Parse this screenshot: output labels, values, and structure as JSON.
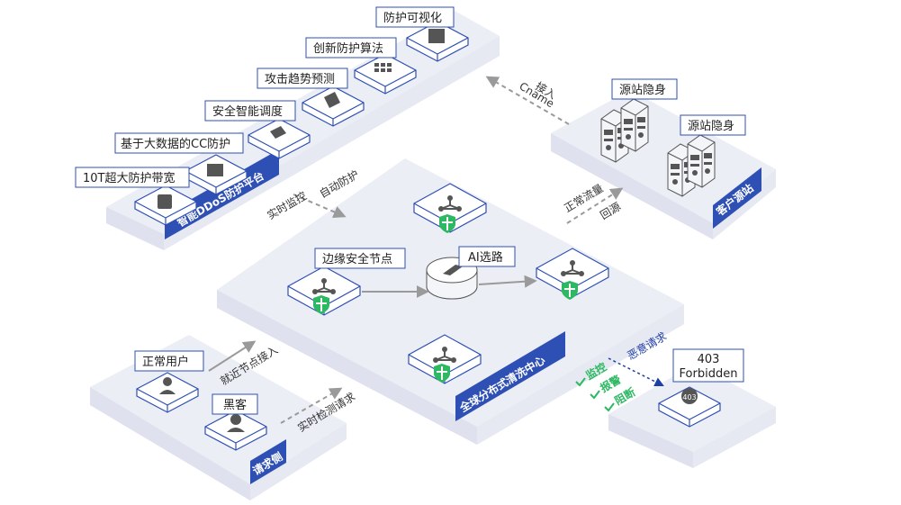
{
  "platform": {
    "band": "智能DDoS防护平台",
    "features": [
      "10T超大防护带宽",
      "基于大数据的CC防护",
      "安全智能调度",
      "攻击趋势预测",
      "创新防护算法",
      "防护可视化"
    ]
  },
  "origin": {
    "band": "客户源站",
    "servers": [
      "源站隐身",
      "源站隐身"
    ]
  },
  "center": {
    "band": "全球分布式清洗中心",
    "edge_node": "边缘安全节点",
    "ai_route": "AI选路"
  },
  "requester": {
    "band": "请求侧",
    "normal_user": "正常用户",
    "hacker": "黑客"
  },
  "blocked": {
    "code": "403",
    "text": "Forbidden"
  },
  "flows": {
    "cname": "Cname",
    "access": "接入",
    "realtime_monitor": "实时监控",
    "auto_protect": "自动防护",
    "normal_traffic": "正常流量",
    "back_to_origin": "回源",
    "nearest_access": "就近节点接入",
    "realtime_detect": "实时检测请求",
    "malicious": "恶意请求",
    "monitor": "监控",
    "alarm": "报警",
    "block": "阻断"
  },
  "colors": {
    "band": "#2e4fb4",
    "platform_fill": "#eceef6",
    "shield": "#2db862",
    "arrow": "#9a9a9a"
  }
}
